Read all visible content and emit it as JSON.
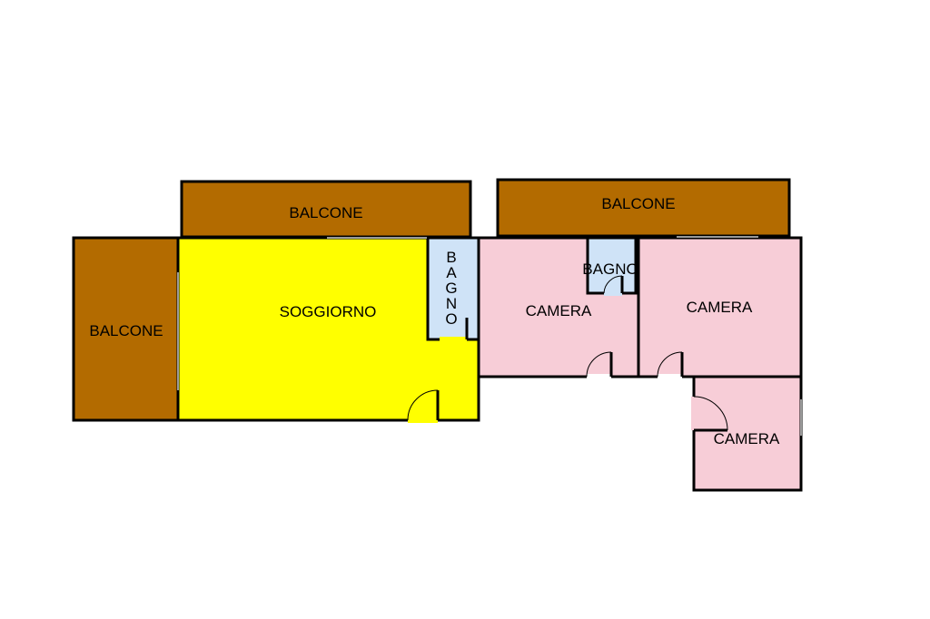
{
  "colors": {
    "balcone": "#b36b00",
    "soggiorno": "#ffff00",
    "bagno": "#cfe3f7",
    "camera": "#f7cdd7",
    "wall": "#000000",
    "background": "#ffffff"
  },
  "rooms": {
    "balcone_top_left": "BALCONE",
    "balcone_top_right": "BALCONE",
    "balcone_left": "BALCONE",
    "soggiorno": "SOGGIORNO",
    "bagno_vertical": [
      "B",
      "A",
      "G",
      "N",
      "O"
    ],
    "bagno_small": "BAGNO",
    "camera_1": "CAMERA",
    "camera_2": "CAMERA",
    "camera_3": "CAMERA"
  }
}
